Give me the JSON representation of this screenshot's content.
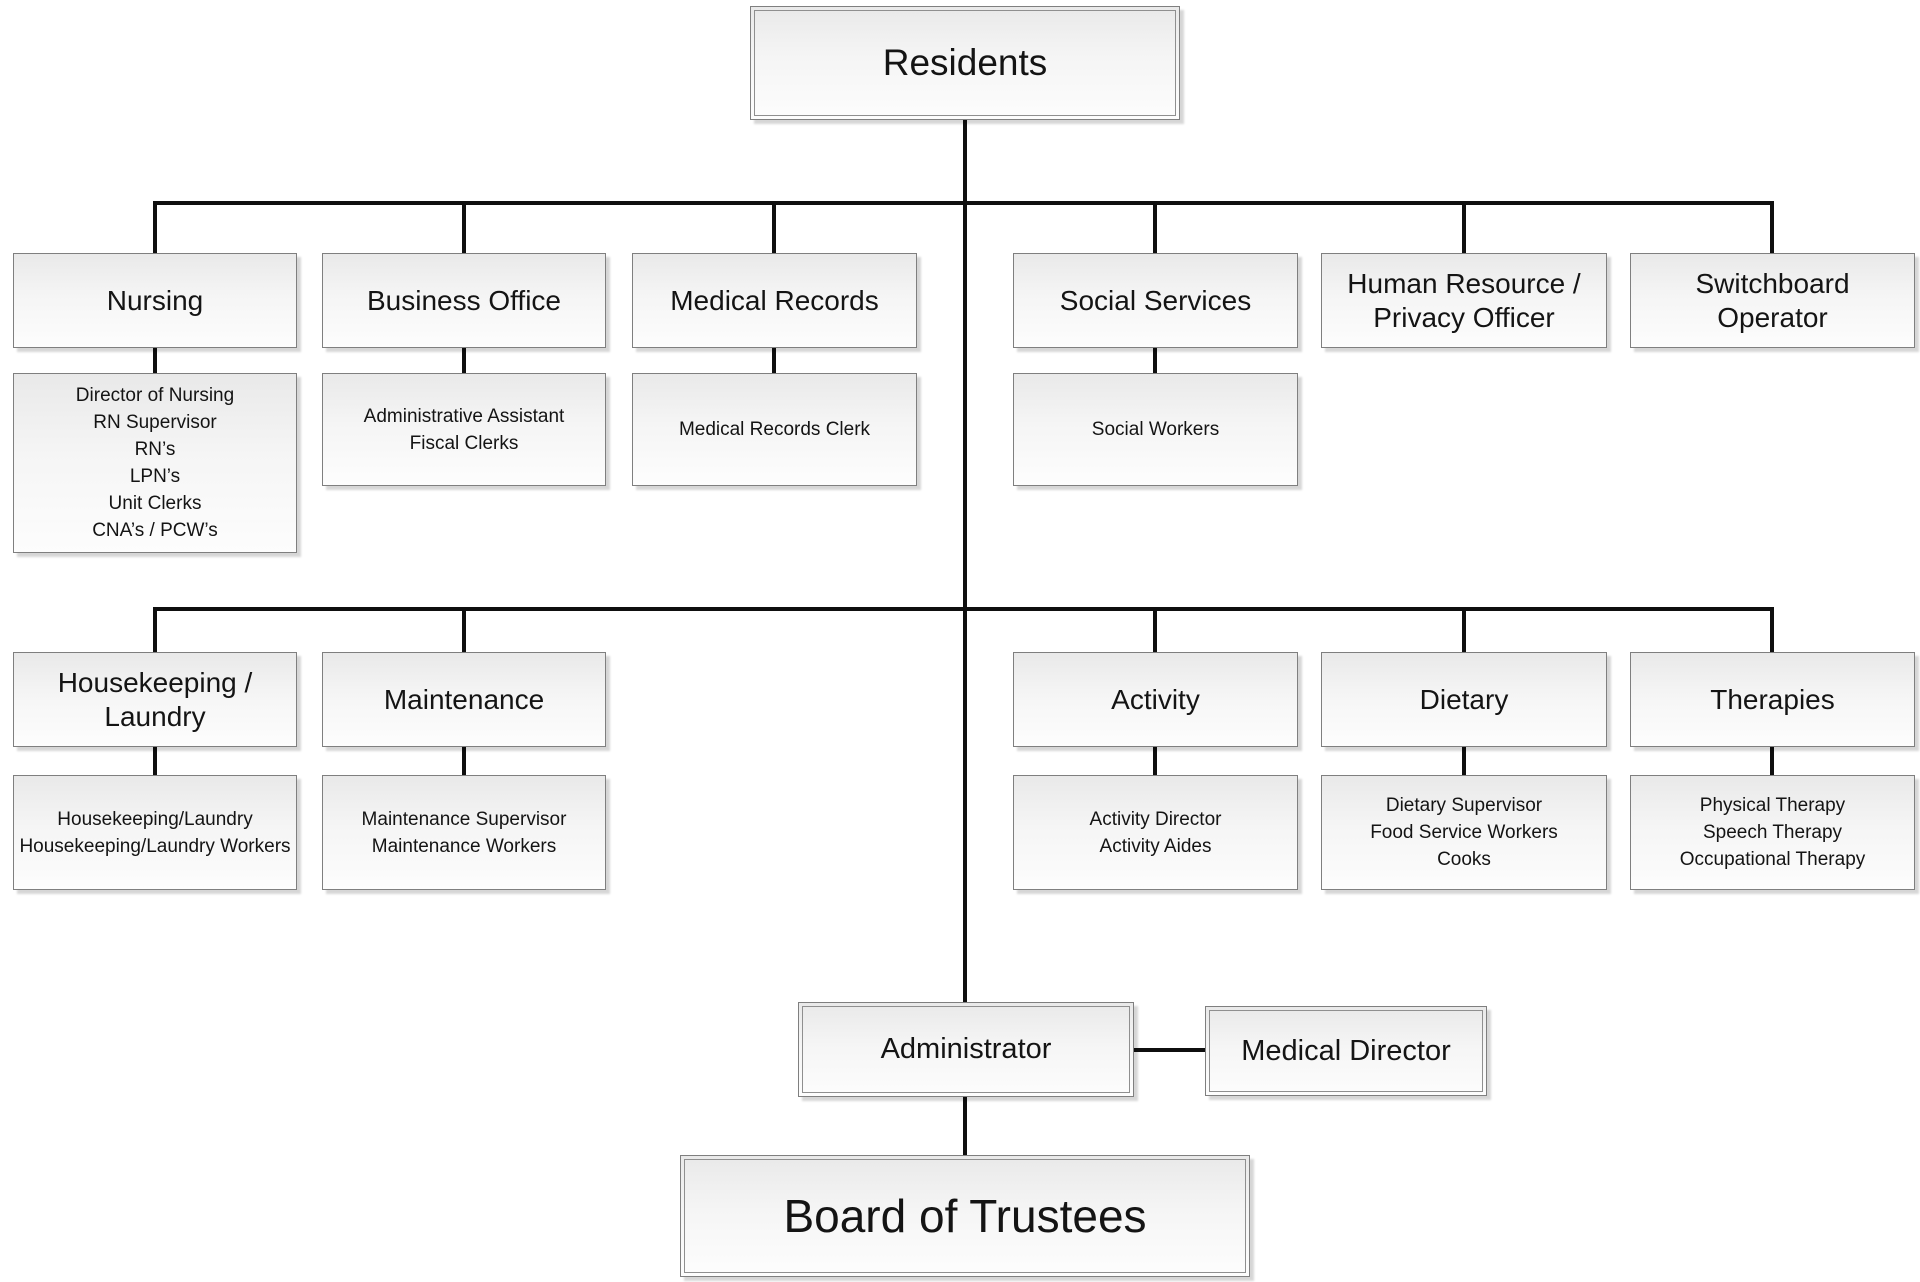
{
  "diagram": {
    "type": "org-chart",
    "colors": {
      "connector": "#0f0f0f",
      "box_border": "#7f7f7f",
      "box_fill_top": "#e9e9e9",
      "box_fill_bottom": "#fdfdfd",
      "text": "#141414",
      "background": "#ffffff"
    },
    "nodes": {
      "residents": {
        "label": "Residents"
      },
      "nursing": {
        "label": "Nursing"
      },
      "nursing_staff": {
        "lines": [
          "Director of Nursing",
          "RN Supervisor",
          "RN’s",
          "LPN’s",
          "Unit Clerks",
          "CNA’s / PCW’s"
        ]
      },
      "business_office": {
        "label": "Business Office"
      },
      "business_office_staff": {
        "lines": [
          "Administrative Assistant",
          "Fiscal Clerks"
        ]
      },
      "medical_records": {
        "label": "Medical Records"
      },
      "medical_records_staff": {
        "lines": [
          "Medical Records Clerk"
        ]
      },
      "social_services": {
        "label": "Social Services"
      },
      "social_services_staff": {
        "lines": [
          "Social Workers"
        ]
      },
      "human_resource": {
        "label": "Human Resource / Privacy Officer"
      },
      "switchboard": {
        "label": "Switchboard Operator"
      },
      "housekeeping": {
        "label": "Housekeeping / Laundry"
      },
      "housekeeping_staff": {
        "lines": [
          "Housekeeping/Laundry",
          "Housekeeping/Laundry Workers"
        ]
      },
      "maintenance": {
        "label": "Maintenance"
      },
      "maintenance_staff": {
        "lines": [
          "Maintenance Supervisor",
          "Maintenance Workers"
        ]
      },
      "activity": {
        "label": "Activity"
      },
      "activity_staff": {
        "lines": [
          "Activity Director",
          "Activity Aides"
        ]
      },
      "dietary": {
        "label": "Dietary"
      },
      "dietary_staff": {
        "lines": [
          "Dietary Supervisor",
          "Food Service Workers",
          "Cooks"
        ]
      },
      "therapies": {
        "label": "Therapies"
      },
      "therapies_staff": {
        "lines": [
          "Physical Therapy",
          "Speech Therapy",
          "Occupational Therapy"
        ]
      },
      "administrator": {
        "label": "Administrator"
      },
      "medical_director": {
        "label": "Medical Director"
      },
      "board": {
        "label": "Board of Trustees"
      }
    }
  }
}
